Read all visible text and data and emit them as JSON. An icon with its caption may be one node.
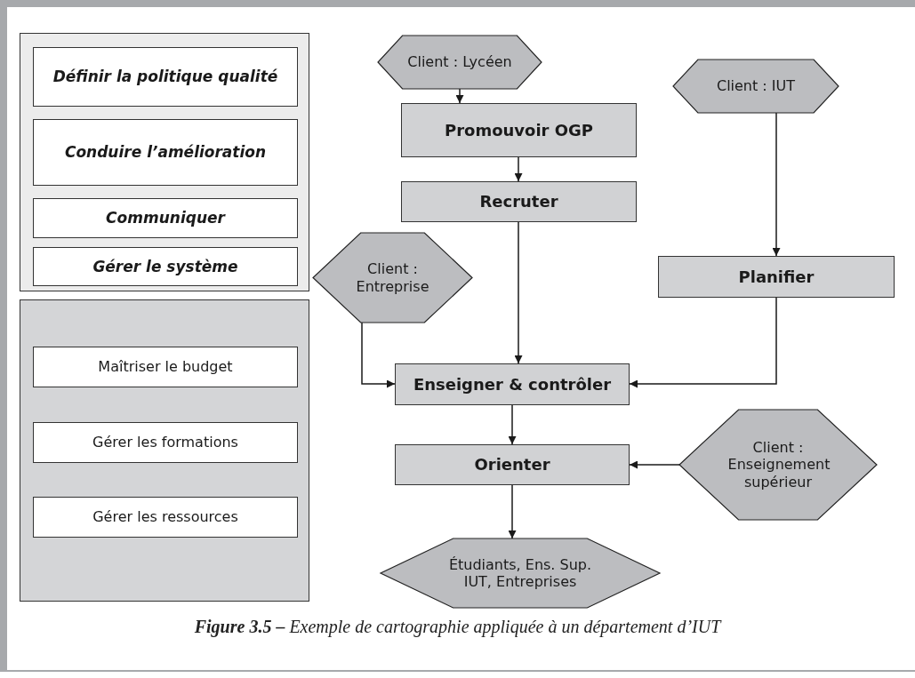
{
  "diagram": {
    "caption": "**Figure 3.5 –** Exemple de cartographie appliquée à un département d’IUT",
    "nodes": [
      {
        "text": [],
        "shape": "box"
      },
      {
        "text": [
          "Définir la politique qualité"
        ],
        "in": 0
      },
      {
        "text": [
          "Conduire l’amélioration"
        ],
        "in": 0
      },
      {
        "text": [
          "Communiquer"
        ],
        "in": 0
      },
      {
        "text": [
          "Gérer le système"
        ],
        "in": 0
      },
      {
        "text": [],
        "shape": "box"
      },
      {
        "text": [
          "Maîtriser le budget"
        ],
        "in": 5
      },
      {
        "text": [
          "Gérer les formations"
        ],
        "in": 5
      },
      {
        "text": [
          "Gérer les ressources"
        ],
        "in": 5
      },
      {
        "text": [
          "Client : Lycéen"
        ]
      },
      {
        "text": [
          "Client : IUT"
        ]
      },
      {
        "text": [
          "Promouvoir OGP"
        ]
      },
      {
        "text": [
          "Recruter"
        ]
      },
      {
        "text": [
          "Client : Entreprise"
        ]
      },
      {
        "text": [
          "Planifier"
        ]
      },
      {
        "text": [
          "Enseigner & contrôler"
        ]
      },
      {
        "text": [
          "Orienter"
        ]
      },
      {
        "text": [
          "Client : Enseignement supérieur"
        ]
      },
      {
        "text": [
          "Étudiants, Ens. Sup. IUT, Entreprises"
        ]
      }
    ],
    "edges": [
      {
        "from": 9,
        "to": 11,
        "arrow": "to"
      },
      {
        "from": 11,
        "to": 12,
        "arrow": "to"
      },
      {
        "from": 12,
        "to": 15,
        "arrow": "to"
      },
      {
        "from": 13,
        "to": 15,
        "arrow": "to"
      },
      {
        "from": 10,
        "to": 14,
        "arrow": "to"
      },
      {
        "from": 14,
        "to": 15,
        "arrow": "to"
      },
      {
        "from": 15,
        "to": 16,
        "arrow": "to"
      },
      {
        "from": 17,
        "to": 16,
        "arrow": "to"
      },
      {
        "from": 16,
        "to": 18,
        "arrow": "to"
      }
    ]
  }
}
